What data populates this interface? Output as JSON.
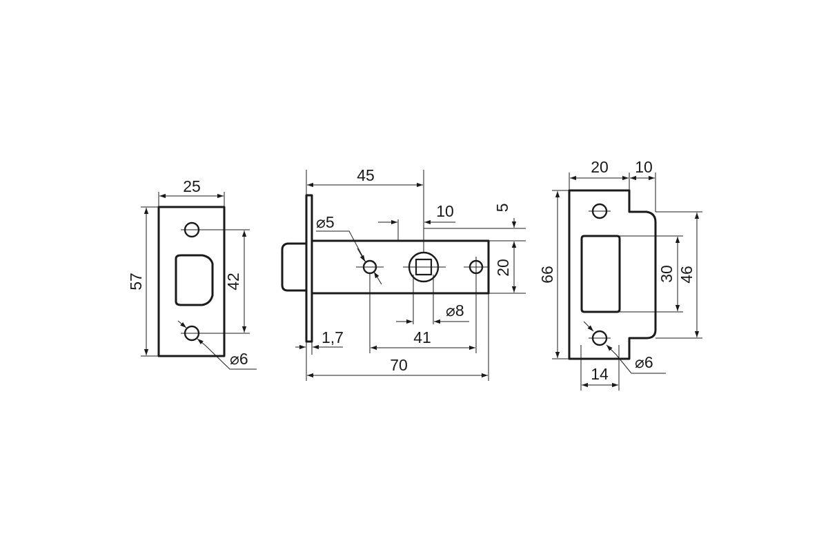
{
  "colors": {
    "line": "#1a1a1a",
    "background": "#ffffff"
  },
  "strike_plate": {
    "width": "25",
    "height": "57",
    "hole_spacing": "42",
    "hole_diameter": "⌀6"
  },
  "latch_body": {
    "backset": "45",
    "hole_diameter": "⌀5",
    "spindle_width": "10",
    "offset_top": "5",
    "body_height": "20",
    "spindle_diameter": "⌀8",
    "faceplate_thickness": "1,7",
    "hole_spacing": "41",
    "total_length": "70"
  },
  "keeper_plate": {
    "width": "20",
    "lip_width": "10",
    "height": "66",
    "opening_height": "30",
    "lip_height": "46",
    "hole_offset": "14",
    "hole_diameter": "⌀6"
  }
}
